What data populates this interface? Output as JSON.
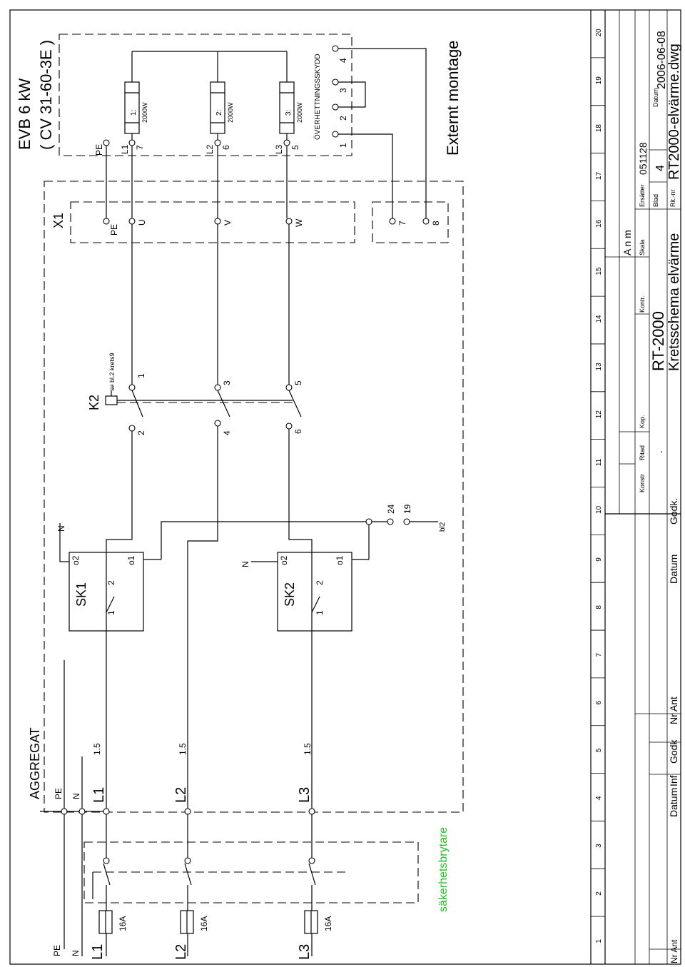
{
  "title": {
    "line1": "EVB 6 kW",
    "line2": "( CV 31-60-3E )",
    "external": "Externt montage",
    "aggregat": "AGGREGAT"
  },
  "heater": {
    "elements": [
      {
        "id": "1:",
        "power": "2000W"
      },
      {
        "id": "2:",
        "power": "2000W"
      },
      {
        "id": "3:",
        "power": "2000W"
      }
    ],
    "overheat": "ÖVERHETTNINGSSKYDD",
    "pins_top": [
      "PE",
      "L1",
      "L2",
      "L3"
    ],
    "pin_nums": [
      "7",
      "6",
      "5"
    ],
    "aux_pins": [
      "1",
      "2",
      "3",
      "4"
    ]
  },
  "terminal_x1": {
    "label": "X1",
    "pins": [
      "PE",
      "U",
      "V",
      "W"
    ],
    "aux": [
      "7",
      "8"
    ]
  },
  "contactor": {
    "label": "K2",
    "ref": "se bl.2 krets9",
    "top": [
      "1",
      "3",
      "5"
    ],
    "bottom": [
      "2",
      "4",
      "6"
    ]
  },
  "breakers": {
    "sk1": {
      "label": "SK1",
      "n": "N",
      "c1": "1",
      "c2": "2",
      "o1": "o1",
      "o2": "o2"
    },
    "sk2": {
      "label": "SK2",
      "n": "N",
      "c1": "1",
      "c2": "2",
      "o1": "o1",
      "o2": "o2"
    },
    "sig": [
      "24",
      "19"
    ],
    "ref": "bl2"
  },
  "feed": {
    "lines": [
      "PE",
      "N",
      "L1",
      "L2",
      "L3"
    ],
    "agg_lines": [
      "PE",
      "N",
      "L1",
      "L2",
      "L3"
    ],
    "cable": [
      "1.5",
      "1.5",
      "1.5"
    ],
    "fuse": [
      "16A",
      "16A",
      "16A"
    ],
    "safety": "säkerhetsbrytare"
  },
  "grid": [
    "1",
    "2",
    "3",
    "4",
    "5",
    "6",
    "7",
    "8",
    "9",
    "10",
    "11",
    "12",
    "13",
    "14",
    "15",
    "16",
    "17",
    "18",
    "19",
    "20"
  ],
  "titleblock": {
    "anm": "A n m",
    "project": "RT-2000",
    "desc": "Kretsschema elvärme",
    "file": "RT2000-elvärme.dwg",
    "ersatter_label": "Ersätter",
    "ersatter": "051128",
    "blad_label": "Blad",
    "blad": "4",
    "datum_label": "Datum",
    "datum": "2006-06-08",
    "ritnr_label": "Rit.-nr",
    "kontr": "Kontr.",
    "skala": "Skala",
    "konstr": "Konstr",
    "ritad": "Ritad",
    "kop": "Kop.",
    "godk": "Godk.",
    "datum2": "Datum",
    "nrant": "Nr Ant",
    "inf": "Inf",
    "godk2": "Godk",
    "datum3": "Datum",
    "nrant2": "Nr Ant",
    "dot": "."
  },
  "colors": {
    "safety": "#22c022"
  }
}
